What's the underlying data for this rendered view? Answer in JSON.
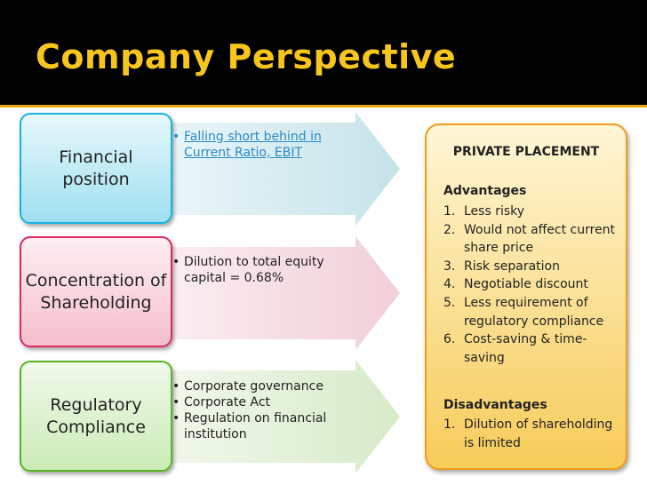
{
  "slide": {
    "title": "Company Perspective",
    "rows": [
      {
        "label": "Financial position",
        "bullets": [
          "Falling short behind in Current Ratio, EBIT"
        ]
      },
      {
        "label": "Concentration of Shareholding",
        "bullets": [
          "Dilution to total equity capital = 0.68%"
        ]
      },
      {
        "label": "Regulatory Compliance",
        "bullets": [
          "Corporate governance",
          "Corporate Act",
          "Regulation on financial institution"
        ]
      }
    ],
    "panel": {
      "heading": "PRIVATE PLACEMENT",
      "advantages_label": "Advantages",
      "advantages": [
        {
          "num": "1.",
          "text": "Less risky"
        },
        {
          "num": "2.",
          "text": "Would not affect current share price"
        },
        {
          "num": "3.",
          "text": "Risk separation"
        },
        {
          "num": "4.",
          "text": "Negotiable discount"
        },
        {
          "num": "5.",
          "text": "Less requirement of regulatory compliance"
        },
        {
          "num": "6.",
          "text": "Cost-saving & time-saving"
        }
      ],
      "disadvantages_label": "Disadvantages",
      "disadvantages": [
        {
          "num": "1.",
          "text": "Dilution of shareholding is limited"
        }
      ]
    },
    "colors": {
      "title": "#f7c51c",
      "row1_accent": "#15b3e3",
      "row2_accent": "#e2285c",
      "row3_accent": "#55b324",
      "panel_border": "#f39c17",
      "link": "#2a8bcc"
    }
  }
}
